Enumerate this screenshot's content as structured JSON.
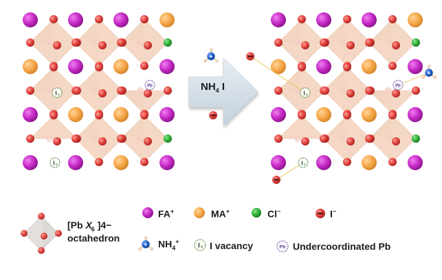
{
  "colors": {
    "FA": "#c62bc6",
    "MA": "#f5a94a",
    "Cl": "#2fae3a",
    "I": "#e0453f",
    "NH4": "#1f5fcf",
    "octahedron": "#e8b898",
    "vacancy": "#2d6b1f",
    "undercoordinated_pb": "#5a3a8c",
    "legend_bg": "#dde5ec",
    "arrow": "#d3dee7"
  },
  "arrow": {
    "label_main": "NH",
    "label_sub": "4",
    "label_tail": " I"
  },
  "legend": {
    "octahedron_label_line1": "[Pb",
    "octahedron_label_x": "X",
    "octahedron_label_sub": "6",
    "octahedron_label_charge": "]4−",
    "octahedron_label_line2": "octahedron",
    "fa": {
      "label": "FA",
      "charge": "+"
    },
    "ma": {
      "label": "MA",
      "charge": "+"
    },
    "cl": {
      "label": "Cl",
      "charge": "−"
    },
    "i": {
      "label": "I",
      "charge": "−"
    },
    "nh4": {
      "label": "NH",
      "sub": "4",
      "charge": "+"
    },
    "vacancy": {
      "label": "I vacancy",
      "icon_text": "I",
      "icon_sub": "v"
    },
    "upb": {
      "label": "Undercoordinated Pb",
      "icon_text": "Pb"
    }
  },
  "lattice": {
    "a_sites_left": [
      [
        "FA",
        "I",
        "FA",
        "I",
        "FA",
        "I",
        "MA"
      ],
      [
        "MA",
        "FA",
        "MA",
        "FA"
      ],
      [
        "FA",
        "MA",
        "MA",
        "FA"
      ],
      [
        "FA",
        "V",
        "FA",
        "MA",
        "FA"
      ]
    ],
    "a_grid": [
      [
        "FA",
        "FA",
        "FA",
        "MA"
      ],
      [
        "MA",
        "FA",
        "MA",
        "FA"
      ],
      [
        "FA",
        "MA",
        "MA",
        "FA"
      ],
      [
        "FA",
        "VAC",
        "FA",
        "MA",
        "FA"
      ]
    ],
    "a_grid_clean": [
      [
        "FA",
        "FA",
        "FA",
        "MA"
      ],
      [
        "MA",
        "FA",
        "MA",
        "FA"
      ],
      [
        "FA",
        "MA",
        "MA",
        "FA"
      ],
      [
        "FA",
        "VAC",
        "FA",
        "MA",
        "FA"
      ]
    ],
    "rows": [
      [
        "FA",
        "FA",
        "FA",
        "MA"
      ],
      [
        "MA",
        "FA",
        "MA",
        "FA"
      ],
      [
        "FA",
        "MA",
        "MA",
        "FA"
      ],
      [
        "FA",
        null,
        "MA",
        "FA"
      ]
    ],
    "bottom_row_right": [
      "FA",
      "FA",
      "MA",
      "FA"
    ],
    "bottom_row_left": [
      "FA",
      "FA",
      null,
      "FA"
    ],
    "cl_rows": [
      0,
      2
    ],
    "defects": {
      "missing_octahedra_corners": [
        "r1c2-left",
        "r2c0-top"
      ],
      "vacancy_sites": [
        "r1c0-center",
        "bottom-c0"
      ],
      "undercoordinated_pb_site": "r1c2"
    }
  }
}
